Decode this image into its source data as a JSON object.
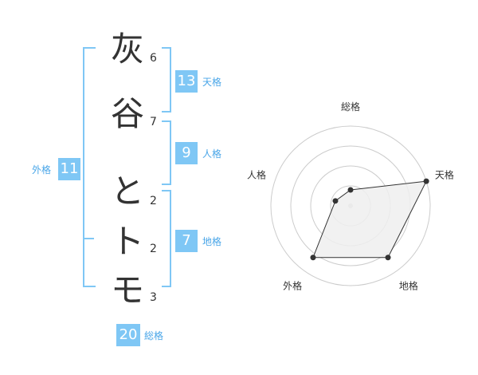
{
  "name": {
    "chars": [
      {
        "char": "灰",
        "strokes": "6"
      },
      {
        "char": "谷",
        "strokes": "7"
      },
      {
        "char": "と",
        "strokes": "2"
      },
      {
        "char": "ト",
        "strokes": "2"
      },
      {
        "char": "モ",
        "strokes": "3"
      }
    ]
  },
  "kaku": {
    "tenkaku": {
      "value": "13",
      "label": "天格"
    },
    "jinkaku": {
      "value": "9",
      "label": "人格"
    },
    "chikaku": {
      "value": "7",
      "label": "地格"
    },
    "gaikaku": {
      "value": "11",
      "label": "外格"
    },
    "soukaku": {
      "value": "20",
      "label": "総格"
    }
  },
  "chart_data": {
    "type": "radar",
    "axes": [
      "総格",
      "天格",
      "地格",
      "外格",
      "人格"
    ],
    "series": [
      {
        "values": [
          1,
          5,
          4,
          4,
          1
        ]
      }
    ],
    "rlim": [
      0,
      5
    ],
    "rings": 4,
    "colors": {
      "fill": "#eeeeee",
      "line": "#333333",
      "grid": "#cccccc"
    }
  },
  "colors": {
    "accent": "#7fc7f5",
    "label": "#4aa6e8"
  }
}
